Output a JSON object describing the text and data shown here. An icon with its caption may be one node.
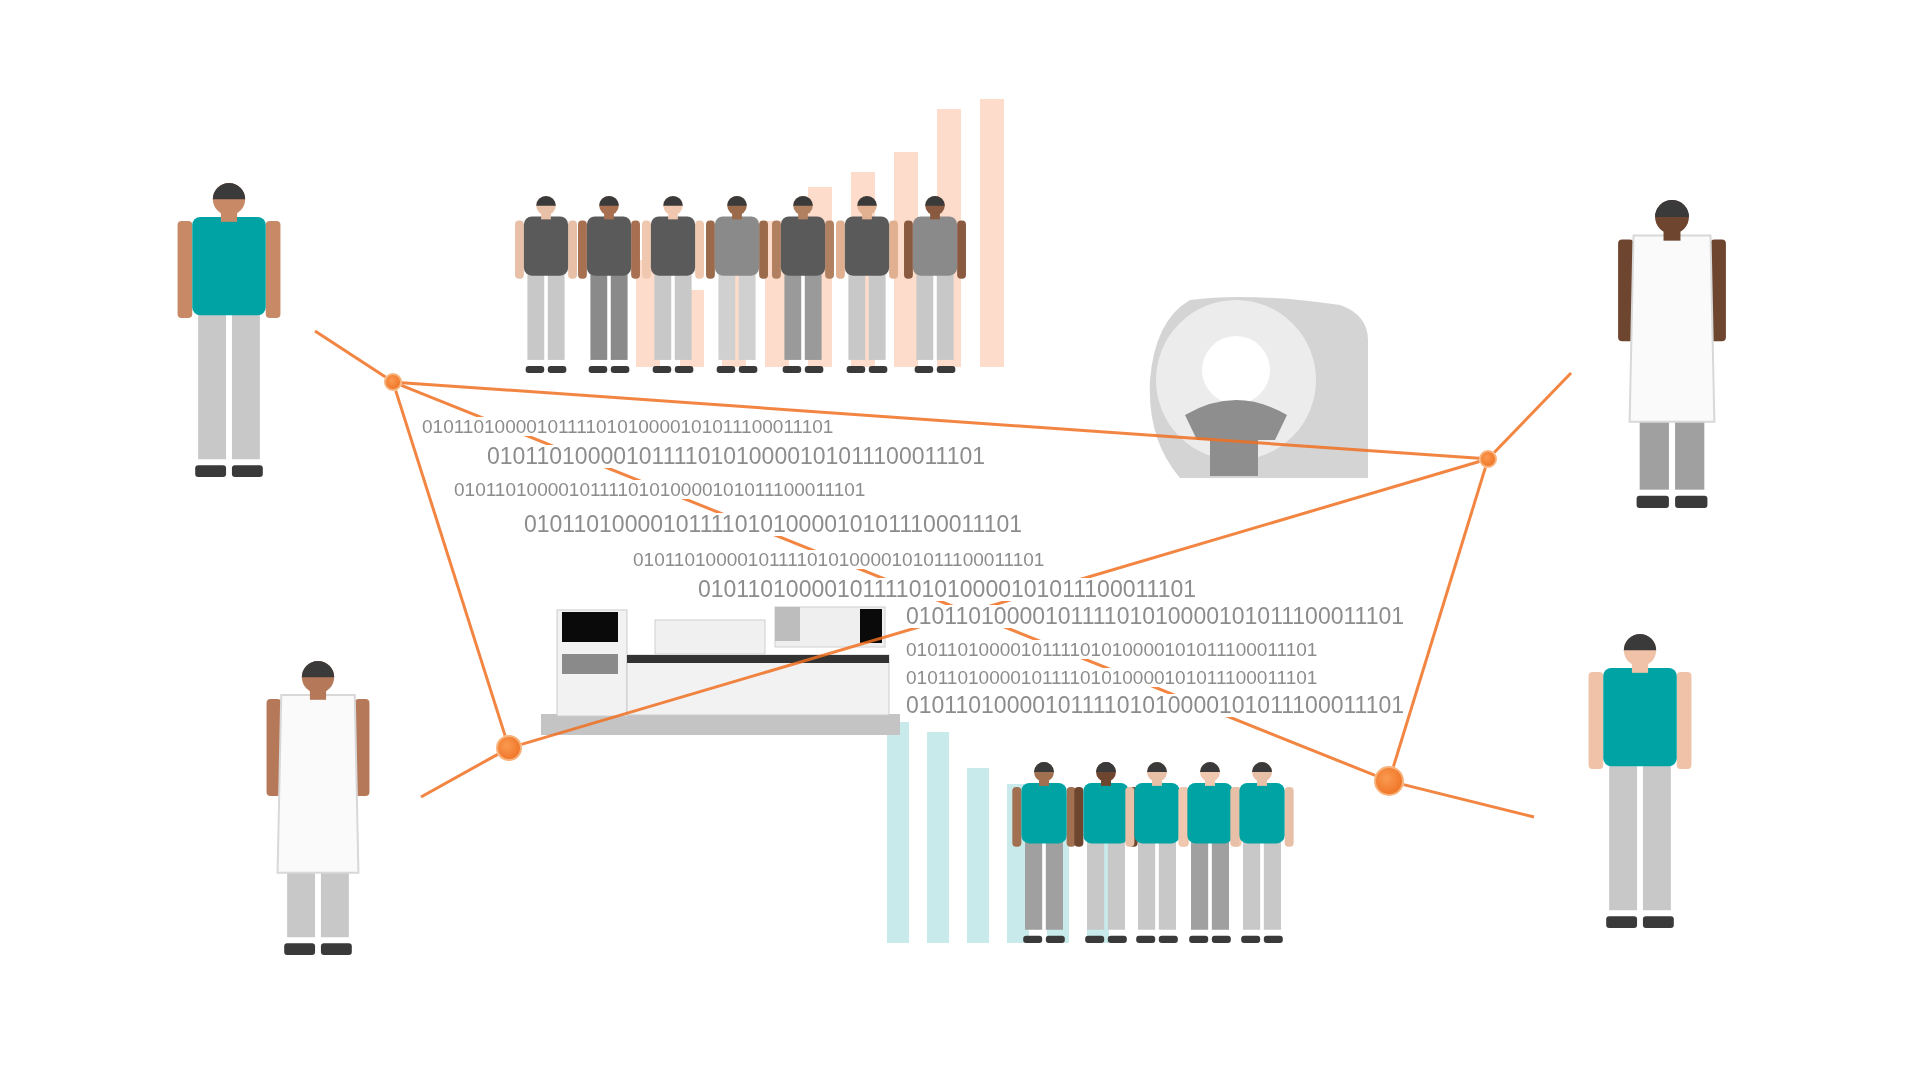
{
  "diagram": {
    "nodes": [
      {
        "text": [],
        "shape": "circle"
      },
      {
        "text": [],
        "shape": "circle"
      },
      {
        "text": [],
        "shape": "circle"
      },
      {
        "text": [],
        "shape": "circle"
      }
    ],
    "edges": [
      {
        "from": 0,
        "to": 1,
        "arrow": "none"
      },
      {
        "from": 0,
        "to": 3,
        "arrow": "none"
      },
      {
        "from": 0,
        "to": 2,
        "arrow": "none"
      },
      {
        "from": 2,
        "to": 1,
        "arrow": "none"
      },
      {
        "from": 1,
        "to": 3,
        "arrow": "none"
      },
      {
        "from": null,
        "to": 0,
        "arrow": "none"
      },
      {
        "from": 1,
        "to": null,
        "arrow": "none"
      },
      {
        "from": 2,
        "to": null,
        "arrow": "none"
      },
      {
        "from": 3,
        "to": null,
        "arrow": "none"
      }
    ],
    "labels": [
      "0101101000010111101010000101011100011101",
      "0101101000010111101010000101011100011101",
      "0101101000010111101010000101011100011101",
      "0101101000010111101010000101011100011101",
      "0101101000010111101010000101011100011101",
      "0101101000010111101010000101011100011101",
      "0101101000010111101010000101011100011101",
      "0101101000010111101010000101011100011101",
      "0101101000010111101010000101011100011101",
      "0101101000010111101010000101011100011101"
    ]
  }
}
